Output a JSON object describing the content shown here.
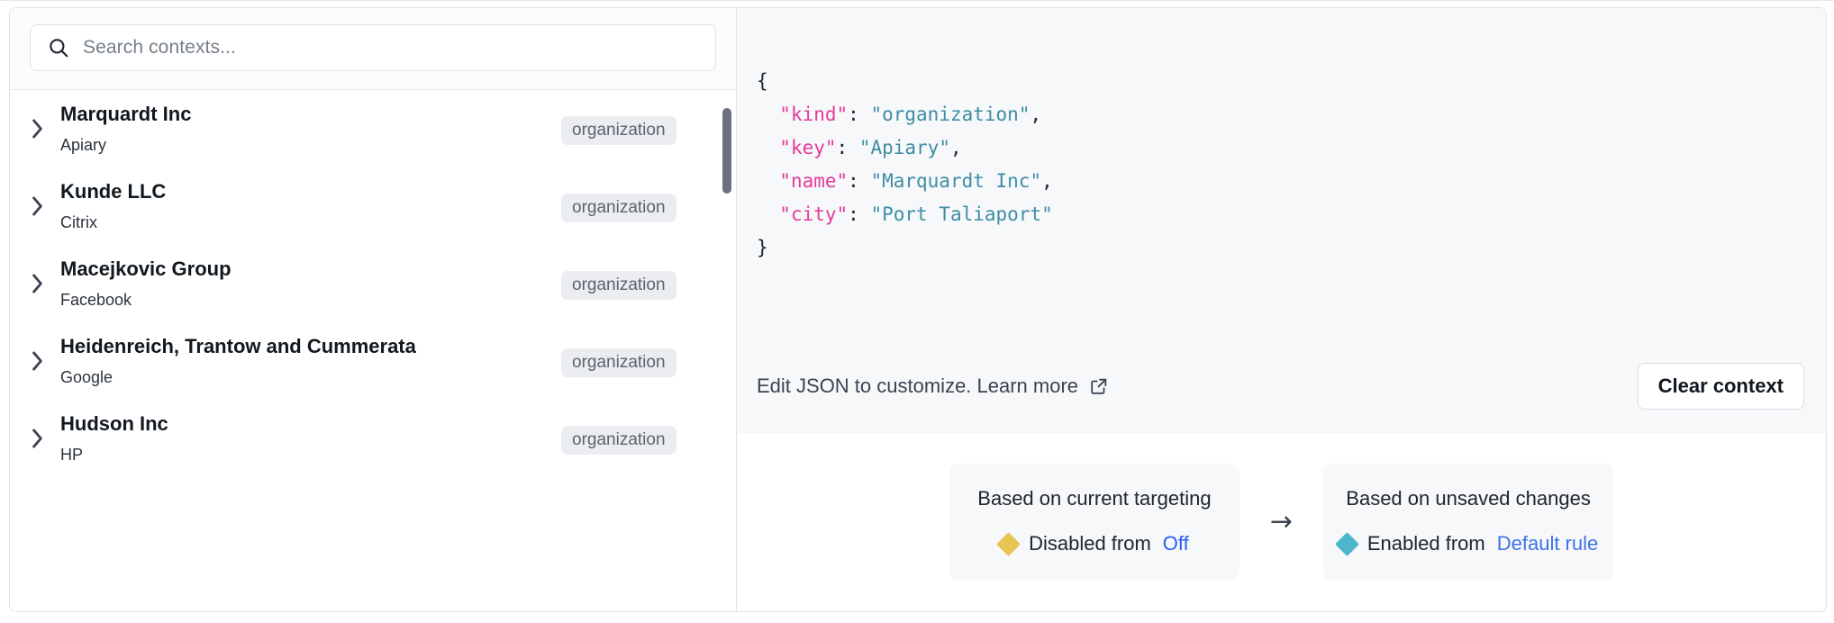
{
  "search": {
    "placeholder": "Search contexts...",
    "icon": "search-icon"
  },
  "context_list": {
    "scroll_position": "top",
    "items": [
      {
        "name": "Marquardt Inc",
        "sub": "Apiary",
        "kind": "organization",
        "expander": "chevron-right-icon"
      },
      {
        "name": "Kunde LLC",
        "sub": "Citrix",
        "kind": "organization",
        "expander": "chevron-right-icon"
      },
      {
        "name": "Macejkovic Group",
        "sub": "Facebook",
        "kind": "organization",
        "expander": "chevron-right-icon"
      },
      {
        "name": "Heidenreich, Trantow and Cummerata",
        "sub": "Google",
        "kind": "organization",
        "expander": "chevron-right-icon"
      },
      {
        "name": "Hudson Inc",
        "sub": "HP",
        "kind": "organization",
        "expander": "chevron-right-icon"
      }
    ]
  },
  "json_viewer": {
    "open_brace": "{",
    "close_brace": "}",
    "lines": [
      {
        "key": "\"kind\"",
        "colon": ": ",
        "value": "\"organization\"",
        "comma": ","
      },
      {
        "key": "\"key\"",
        "colon": ": ",
        "value": "\"Apiary\"",
        "comma": ","
      },
      {
        "key": "\"name\"",
        "colon": ": ",
        "value": "\"Marquardt Inc\"",
        "comma": ","
      },
      {
        "key": "\"city\"",
        "colon": ": ",
        "value": "\"Port Taliaport\"",
        "comma": ""
      }
    ],
    "footer": {
      "hint": "Edit JSON to customize. Learn more",
      "external_icon": "external-link-icon",
      "clear_button": "Clear context"
    }
  },
  "comparison": {
    "arrow": "→",
    "before": {
      "title": "Based on current targeting",
      "marker_color": "#e8c453",
      "state": "Disabled from",
      "source": "Off"
    },
    "after": {
      "title": "Based on unsaved changes",
      "marker_color": "#4db6cd",
      "state": "Enabled from",
      "source": "Default rule"
    }
  },
  "colors": {
    "json_key": "#e6399b",
    "json_string": "#3f8da4",
    "link": "#2a5cf5",
    "badge_bg": "#ebedf0",
    "panel_bg": "#f6f8fa"
  }
}
